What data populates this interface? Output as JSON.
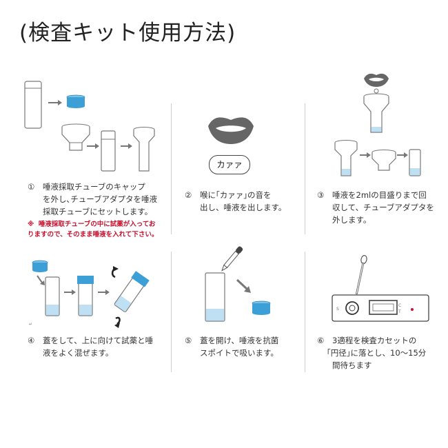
{
  "title": "(検査キット使用方法)",
  "steps": [
    {
      "num": "①",
      "lines": [
        "唾液採取チューブのキャップ",
        "を外し､チューブアダプタを唾液",
        "採取チューブにセットします。"
      ]
    },
    {
      "num": "②",
      "lines": [
        "喉に｢カァァ｣の音を",
        "出し、唾液を出します。"
      ]
    },
    {
      "num": "③",
      "lines": [
        "唾液を2mlの目盛りまで回",
        "収して、チューブアダプタを",
        "外します。"
      ]
    },
    {
      "num": "④",
      "lines": [
        "蓋をして、上に向けて試薬と唾",
        "液をよく混ぜます。"
      ]
    },
    {
      "num": "⑤",
      "lines": [
        "蓋を開け、唾液を抗菌",
        "スポイトで吸います。"
      ]
    },
    {
      "num": "⑥",
      "lines": [
        "3適程を検査カセットの",
        "｢円径｣に落とし、10～15分",
        "間待ちます"
      ]
    }
  ],
  "warning": {
    "mark": "※",
    "lines": [
      "唾液採取チューブの中に試薬が入ってお",
      "りますので、そのまま唾液を入れて下さい。"
    ]
  },
  "sound_bubble": "カァァ",
  "cassette": {
    "s_label": "S",
    "c_label": "C",
    "t_label": "T"
  },
  "colors": {
    "reagent_blue": "#3c9fd6",
    "lips": "#666666",
    "warning_red": "#c8102e"
  }
}
